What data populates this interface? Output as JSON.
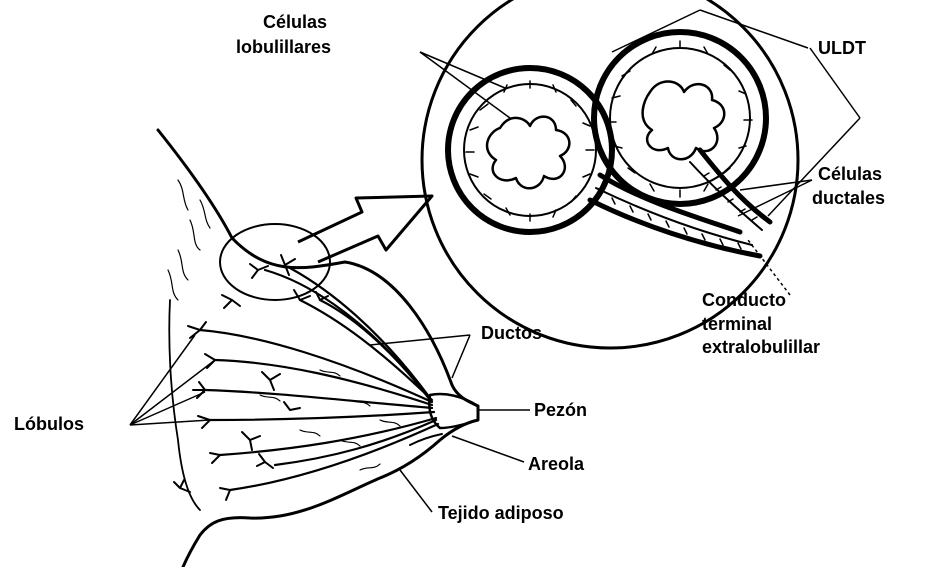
{
  "labels": {
    "celulas_lobulillares": [
      "Células",
      "lobulillares"
    ],
    "uldt": "ULDT",
    "celulas_ductales": [
      "Células",
      "ductales"
    ],
    "conducto": [
      "Conducto",
      "terminal",
      "extralobulillar"
    ],
    "ductos": "Ductos",
    "lobulos": "Lóbulos",
    "pezon": "Pezón",
    "areola": "Areola",
    "tejido_adiposo": "Tejido adiposo"
  },
  "colors": {
    "background": "#ffffff",
    "ink": "#000000"
  }
}
